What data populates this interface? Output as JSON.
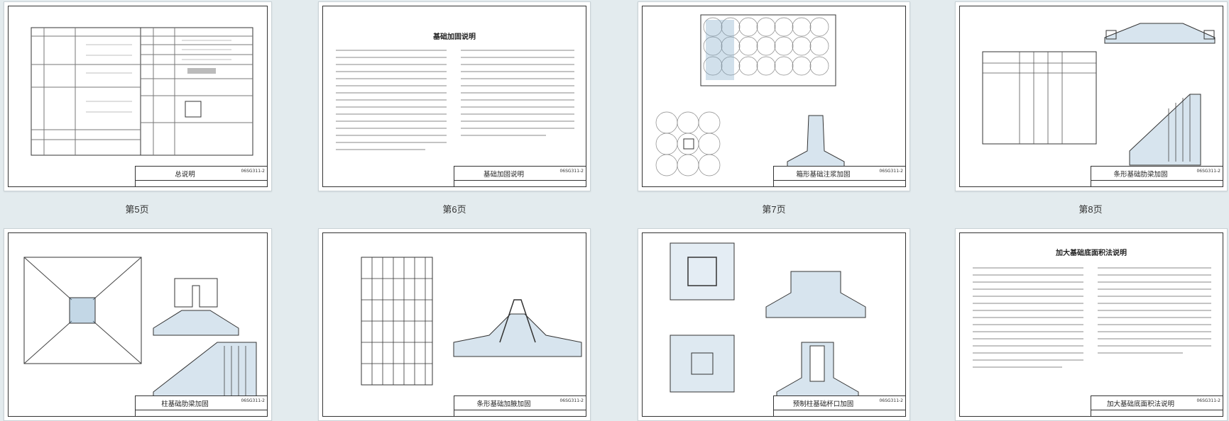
{
  "pages": [
    {
      "label": "第5页",
      "title": "总说明",
      "code": "06SG311-2"
    },
    {
      "label": "第6页",
      "title": "基础加固说明",
      "code": "06SG311-2",
      "heading": "基础加固说明"
    },
    {
      "label": "第7页",
      "title": "箱形基础注浆加固",
      "code": "06SG311-2"
    },
    {
      "label": "第8页",
      "title": "条形基础肋梁加固",
      "code": "06SG311-2"
    },
    {
      "title": "柱基础肋梁加固",
      "code": "06SG311-2"
    },
    {
      "title": "条形基础加腋加固",
      "code": "06SG311-2"
    },
    {
      "title": "预制柱基础杯口加固",
      "code": "06SG311-2"
    },
    {
      "title": "加大基础底面积法说明",
      "code": "06SG311-2",
      "heading": "加大基础底面积法说明"
    }
  ],
  "colors": {
    "background": "#e3ebee",
    "hatch": "#7aa7c7"
  }
}
